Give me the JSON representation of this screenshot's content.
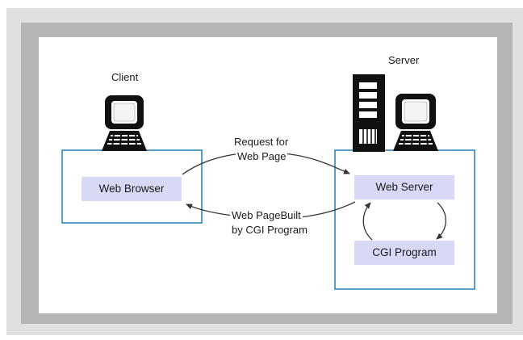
{
  "labels": {
    "client": "Client",
    "server": "Server",
    "web_browser": "Web Browser",
    "web_server": "Web Server",
    "cgi_program": "CGI Program",
    "request_line1": "Request for",
    "request_line2": "Web Page",
    "response_line1": "Web PageBuilt",
    "response_line2": "by CGI Program"
  },
  "colors": {
    "box_border": "#2f86b8",
    "box_fill": "#d7d9f7",
    "frame_outer": "#e0e0e0",
    "frame_inner": "#b5b5b5"
  },
  "icons": [
    "computer-icon",
    "server-tower-icon"
  ]
}
